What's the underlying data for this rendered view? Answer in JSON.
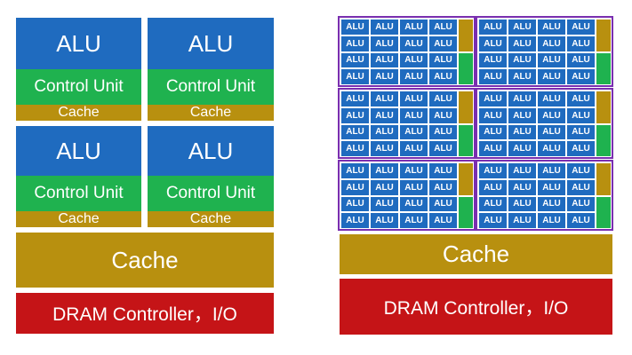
{
  "cpu": {
    "cores": [
      {
        "alu": "ALU",
        "control": "Control Unit",
        "cache": "Cache"
      },
      {
        "alu": "ALU",
        "control": "Control Unit",
        "cache": "Cache"
      },
      {
        "alu": "ALU",
        "control": "Control Unit",
        "cache": "Cache"
      },
      {
        "alu": "ALU",
        "control": "Control Unit",
        "cache": "Cache"
      }
    ],
    "cache": "Cache",
    "dram": "DRAM Controller，I/O"
  },
  "gpu": {
    "alu_label": "ALU",
    "sm_count": 6,
    "alus_per_sm": 16,
    "cache": "Cache",
    "dram": "DRAM Controller，I/O"
  },
  "colors": {
    "alu": "#1f6bbf",
    "control": "#1fb24f",
    "cache": "#b8900f",
    "dram": "#c51417",
    "sm_border": "#7a2fb0"
  }
}
